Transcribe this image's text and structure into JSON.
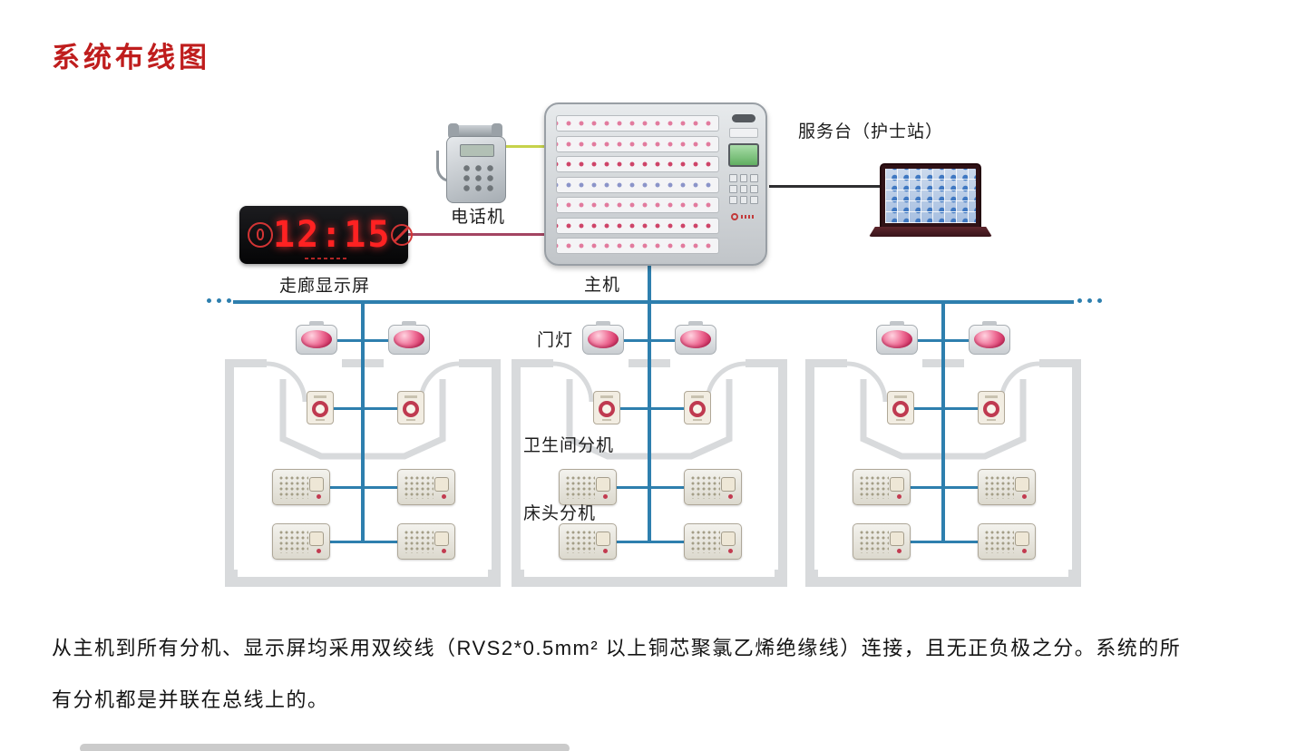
{
  "title": "系统布线图",
  "labels": {
    "phone": "电话机",
    "corridor_display": "走廊显示屏",
    "host": "主机",
    "nurse_station": "服务台（护士站）",
    "door_light": "门灯",
    "bathroom_extension": "卫生间分机",
    "bed_extension": "床头分机"
  },
  "display": {
    "time": "12:15"
  },
  "footer": {
    "line1": "从主机到所有分机、显示屏均采用双绞线（RVS2*0.5mm² 以上铜芯聚氯乙烯绝缘线）连接，且无正负极之分。系统的所",
    "line2": "有分机都是并联在总线上的。"
  },
  "icons": {
    "display_left": "brand-badge-icon",
    "display_right": "no-smoking-icon"
  },
  "colors": {
    "title_red": "#bf1d1d",
    "bus_blue": "#2e7fae",
    "phone_wire_green": "#c6d24b",
    "display_wire_maroon": "#a34562",
    "laptop_wire_black": "#2e2e30",
    "led_red": "#ff2222",
    "lamp_pink": "#d84070"
  }
}
